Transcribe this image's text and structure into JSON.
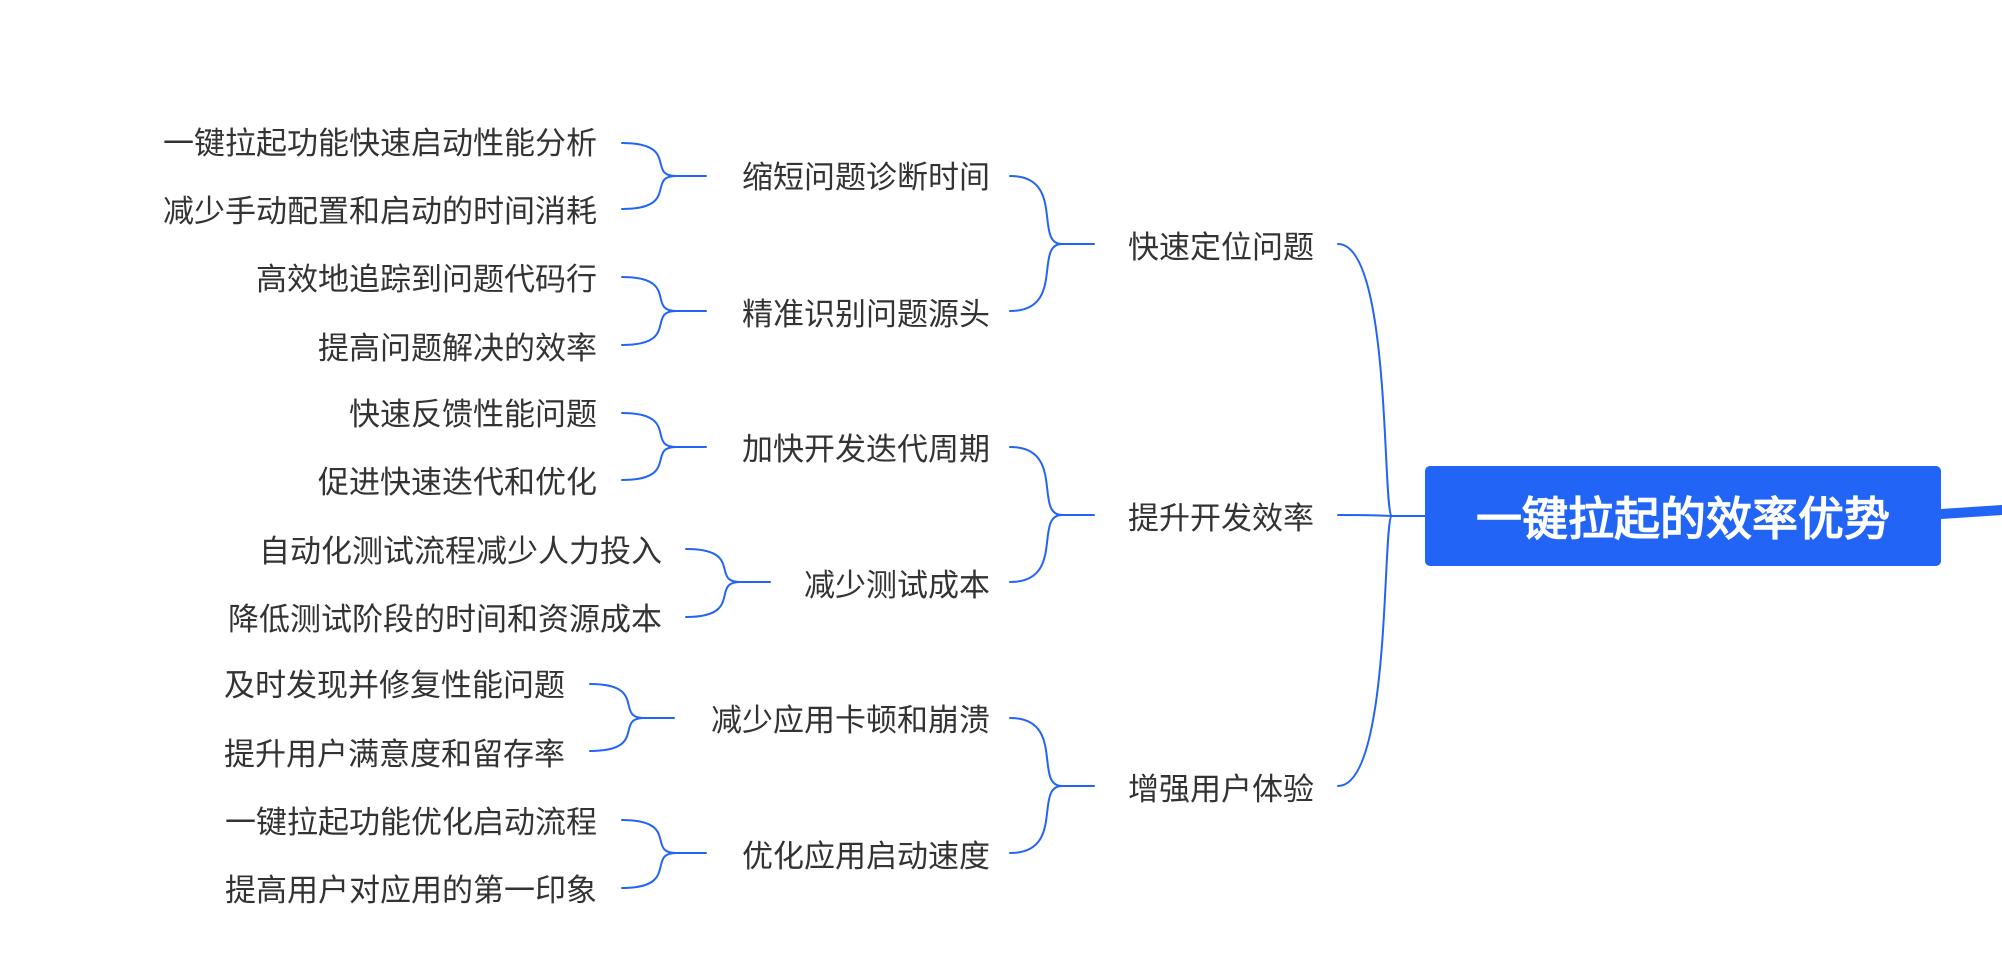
{
  "root": {
    "label": "一键拉起的效率优势"
  },
  "colors": {
    "accent": "#2264f5",
    "line": "#2264f5",
    "text": "#333333",
    "background": "#ffffff"
  },
  "branches": [
    {
      "label": "快速定位问题",
      "children": [
        {
          "label": "缩短问题诊断时间",
          "children": [
            "一键拉起功能快速启动性能分析",
            "减少手动配置和启动的时间消耗"
          ]
        },
        {
          "label": "精准识别问题源头",
          "children": [
            "高效地追踪到问题代码行",
            "提高问题解决的效率"
          ]
        }
      ]
    },
    {
      "label": "提升开发效率",
      "children": [
        {
          "label": "加快开发迭代周期",
          "children": [
            "快速反馈性能问题",
            "促进快速迭代和优化"
          ]
        },
        {
          "label": "减少测试成本",
          "children": [
            "自动化测试流程减少人力投入",
            "降低测试阶段的时间和资源成本"
          ]
        }
      ]
    },
    {
      "label": "增强用户体验",
      "children": [
        {
          "label": "减少应用卡顿和崩溃",
          "children": [
            "及时发现并修复性能问题",
            "提升用户满意度和留存率"
          ]
        },
        {
          "label": "优化应用启动速度",
          "children": [
            "一键拉起功能优化启动流程",
            "提高用户对应用的第一印象"
          ]
        }
      ]
    }
  ]
}
